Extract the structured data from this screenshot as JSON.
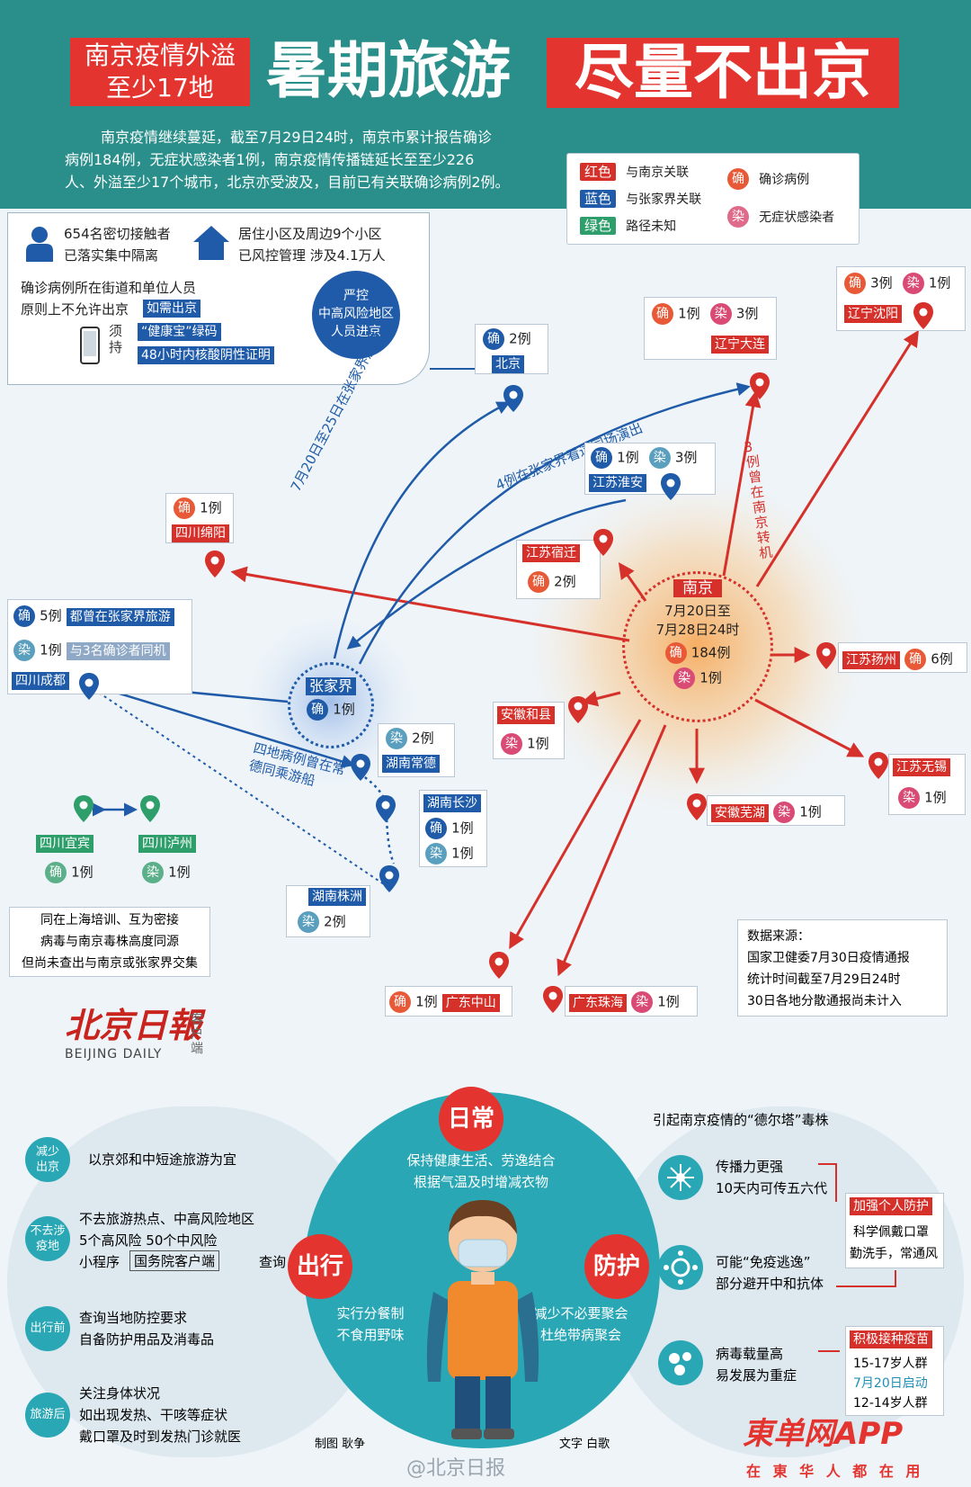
{
  "header": {
    "badge_line1": "南京疫情外溢",
    "badge_line2": "至少17地",
    "title_left": "暑期旅游",
    "title_right": "尽量不出京",
    "intro": [
      "南京疫情继续蔓延，截至7月29日24时，南京市累计报告确诊",
      "病例184例，无症状感染者1例，南京疫情传播链延长至至少226",
      "人、外溢至少17个城市，北京亦受波及，目前已有关联确诊病例2例。"
    ]
  },
  "legend": {
    "red_tag": "红色",
    "red_text": "与南京关联",
    "blue_tag": "蓝色",
    "blue_text": "与张家界关联",
    "green_tag": "绿色",
    "green_text": "路径未知",
    "confirm_icon": "确",
    "confirm_text": "确诊病例",
    "asym_icon": "染",
    "asym_text": "无症状感染者"
  },
  "beijing_panel": {
    "contacts_line1": "654名密切接触者",
    "contacts_line2": "已落实集中隔离",
    "community_line1": "居住小区及周边9个小区",
    "community_line2": "已风控管理  涉及4.1万人",
    "rule_line1": "确诊病例所在街道和单位人员",
    "rule_line2": "原则上不允许出京",
    "rule_tag": "如需出京",
    "must_label": "须持",
    "must_item1": "“健康宝”绿码",
    "must_item2": "48小时内核酸阴性证明",
    "strict_line1": "严控",
    "strict_line2": "中高风险地区",
    "strict_line3": "人员进京"
  },
  "map": {
    "nanjing": {
      "name": "南京",
      "date1": "7月20日至",
      "date2": "7月28日24时",
      "confirm": "184例",
      "asym": "1例"
    },
    "zhangjiajie": {
      "name": "张家界",
      "confirm": "1例"
    },
    "beijing": {
      "name": "北京",
      "confirm": "2例"
    },
    "shenyang": {
      "name": "辽宁沈阳",
      "confirm": "3例",
      "asym": "1例"
    },
    "dalian": {
      "name": "辽宁大连",
      "confirm": "1例",
      "asym": "3例"
    },
    "huaian": {
      "name": "江苏淮安",
      "confirm": "1例",
      "asym": "3例"
    },
    "mianyang": {
      "name": "四川绵阳",
      "confirm": "1例"
    },
    "suqian": {
      "name": "江苏宿迁",
      "confirm": "2例"
    },
    "chengdu": {
      "name": "四川成都",
      "confirm": "5例",
      "confirm_note": "都曾在张家界旅游",
      "asym": "1例",
      "asym_note": "与3名确诊者同机"
    },
    "yangzhou": {
      "name": "江苏扬州",
      "confirm": "6例"
    },
    "hexian": {
      "name": "安徽和县",
      "asym": "1例"
    },
    "changde": {
      "name": "湖南常德",
      "asym": "2例"
    },
    "changsha": {
      "name": "湖南长沙",
      "confirm": "1例",
      "asym": "1例"
    },
    "wuxi": {
      "name": "江苏无锡",
      "asym": "1例"
    },
    "wuhu": {
      "name": "安徽芜湖",
      "asym": "1例"
    },
    "zhuzhou": {
      "name": "湖南株洲",
      "asym": "2例"
    },
    "yibin": {
      "name": "四川宜宾",
      "confirm": "1例"
    },
    "luzhou": {
      "name": "四川泸州",
      "asym": "1例"
    },
    "yibin_luzhou_note": [
      "同在上海培训、互为密接",
      "病毒与南京毒株高度同源",
      "但尚未查出与南京或张家界交集"
    ],
    "zhongshan": {
      "name": "广东中山",
      "confirm": "1例"
    },
    "zhuhai": {
      "name": "广东珠海",
      "asym": "1例"
    },
    "route_beijing": "7月20日至25日在张家界旅游",
    "route_dalian": "4例在张家界看过同场演出",
    "route_dalian2": "3例曾在南京转机",
    "route_changde": "四地病例曾在常德同乘游船",
    "source_title": "数据来源：",
    "source_lines": [
      "国家卫健委7月30日疫情通报",
      "统计时间截至7月29日24时",
      "30日各地分散通报尚未计入"
    ],
    "confirm_icon": "确",
    "asym_icon": "染"
  },
  "logo": {
    "cn": "北京日報",
    "side": "客户端",
    "en": "BEIJING DAILY"
  },
  "tips": {
    "daily_title": "日常",
    "daily_text": [
      "保持健康生活、劳逸结合",
      "根据气温及时增减衣物"
    ],
    "travel_title": "出行",
    "travel_text": [
      "实行分餐制",
      "不食用野味"
    ],
    "protect_title": "防护",
    "protect_text": [
      "减少不必要聚会",
      "杜绝带病聚会"
    ],
    "left": [
      {
        "label": "减少出京",
        "lines": [
          "以京郊和中短途旅游为宜"
        ]
      },
      {
        "label": "不去涉疫地",
        "lines": [
          "不去旅游热点、中高风险地区",
          "5个高风险  50个中风险",
          "小程序",
          "国务院客户端",
          "查询"
        ]
      },
      {
        "label": "出行前",
        "lines": [
          "查询当地防控要求",
          "自备防护用品及消毒品"
        ]
      },
      {
        "label": "旅游后",
        "lines": [
          "关注身体状况",
          "如出现发热、干咳等症状",
          "戴口罩及时到发热门诊就医"
        ]
      }
    ],
    "delta_title": "引起南京疫情的“德尔塔”毒株",
    "delta_items": [
      {
        "line1": "传播力更强",
        "line2": "10天内可传五六代"
      },
      {
        "line1": "可能“免疫逃逸”",
        "line2": "部分避开中和抗体"
      },
      {
        "line1": "病毒载量高",
        "line2": "易发展为重症"
      }
    ],
    "advice1_title": "加强个人防护",
    "advice1_lines": [
      "科学佩戴口罩",
      "勤洗手，常通风"
    ],
    "advice2_title": "积极接种疫苗",
    "advice2_lines": [
      "15-17岁人群",
      "7月20日启动",
      "12-14岁人群"
    ],
    "credit_left": "制图  耿争",
    "credit_right": "文字  白歌"
  },
  "footer": {
    "weibo": "@北京日报",
    "watermark_big": "東单网APP",
    "watermark_small": "在 東 华 人 都 在 用"
  },
  "colors": {
    "teal": "#2a8f8a",
    "red": "#d6302b",
    "blue": "#1f5ba8",
    "green": "#2e9f6b",
    "orange": "#f5a55a"
  }
}
